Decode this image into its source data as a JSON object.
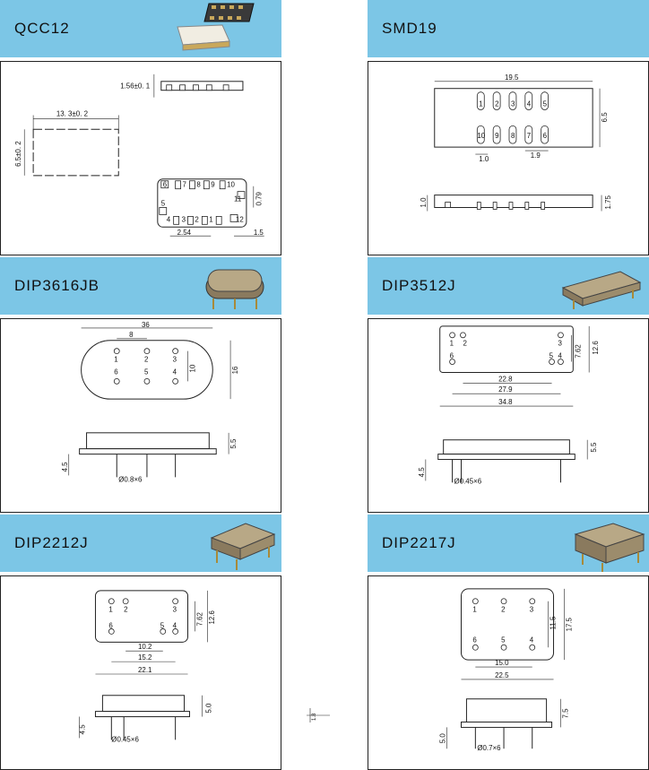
{
  "panels": {
    "qcc12": {
      "title": "QCC12",
      "dims": {
        "height": "1.56±0. 1",
        "length": "13. 3±0. 2",
        "width": "6.5±0. 2",
        "pad_h": "0.79",
        "pitch": "2.54",
        "edge": "1.5"
      },
      "pins": [
        "6",
        "7",
        "8",
        "9",
        "10",
        "5",
        "11",
        "4",
        "3",
        "2",
        "1",
        "12"
      ]
    },
    "smd19": {
      "title": "SMD19",
      "dims": {
        "length": "19.5",
        "width": "6.5",
        "pad_w": "1.0",
        "pitch": "1.9",
        "lead": "1.0",
        "height": "1.75"
      },
      "pins_top": [
        "1",
        "2",
        "3",
        "4",
        "5"
      ],
      "pins_bottom": [
        "10",
        "9",
        "8",
        "7",
        "6"
      ]
    },
    "dip3616jb": {
      "title": "DIP3616JB",
      "dims": {
        "length": "36",
        "pitch": "8",
        "row": "10",
        "width": "16",
        "height": "5.5",
        "lead": "4.5",
        "pin_dia": "Ø0.8×6"
      },
      "pins": [
        "1",
        "2",
        "3",
        "6",
        "5",
        "4"
      ]
    },
    "dip3512j": {
      "title": "DIP3512J",
      "dims": {
        "row": "7.62",
        "width": "12.6",
        "inner": "22.8",
        "mid": "27.9",
        "length": "34.8",
        "height": "5.5",
        "lead": "4.5",
        "pin_dia": "Ø0.45×6"
      },
      "pins": [
        "1",
        "2",
        "3",
        "6",
        "5",
        "4"
      ]
    },
    "dip2212j": {
      "title": "DIP2212J",
      "dims": {
        "row": "7.62",
        "width": "12.6",
        "inner": "10.2",
        "mid": "15.2",
        "length": "22.1",
        "height": "5.0",
        "lead": "4.5",
        "pin_dia": "Ø0.45×6"
      },
      "pins": [
        "1",
        "2",
        "3",
        "6",
        "5",
        "4"
      ]
    },
    "dip2217j": {
      "title": "DIP2217J",
      "dims": {
        "row": "11.5",
        "width": "17.5",
        "inner": "15.0",
        "length": "22.5",
        "height": "7.5",
        "lead": "5.0",
        "pin_dia": "Ø0.7×6"
      },
      "pins": [
        "1",
        "2",
        "3",
        "6",
        "5",
        "4"
      ]
    }
  },
  "stray_mark": "1.8"
}
